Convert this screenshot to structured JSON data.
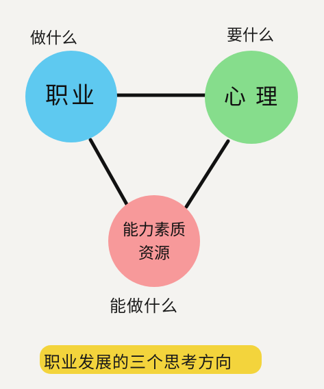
{
  "nodes": {
    "career": {
      "label": "职业",
      "caption": "做什么",
      "color": "#5ec9f0"
    },
    "mind": {
      "label": "心 理",
      "caption": "要什么",
      "color": "#86dd8c"
    },
    "ability": {
      "line1": "能力素质",
      "line2": "资源",
      "caption": "能做什么",
      "color": "#f7999a"
    }
  },
  "footer": {
    "text": "职业发展的三个思考方向",
    "highlight_color": "#f3d43c"
  },
  "edge_color": "#111111"
}
